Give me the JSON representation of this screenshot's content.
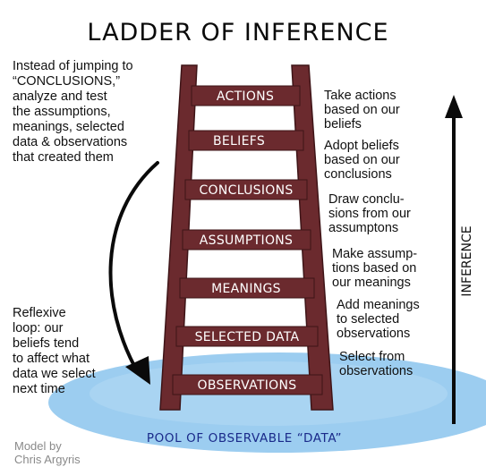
{
  "title": "LADDER OF INFERENCE",
  "left_top_text": [
    "Instead of jumping to",
    "“CONCLUSIONS,”",
    "analyze and test",
    "the assumptions,",
    "meanings, selected",
    "data & observations",
    "that created them"
  ],
  "left_bottom_text": [
    "Reflexive",
    "loop: our",
    "beliefs tend",
    "to affect what",
    "data we select",
    "next time"
  ],
  "rungs": [
    "ACTIONS",
    "BELIEFS",
    "CONCLUSIONS",
    "ASSUMPTIONS",
    "MEANINGS",
    "SELECTED DATA",
    "OBSERVATIONS"
  ],
  "right_text": [
    [
      "Take actions",
      "based on our",
      "beliefs"
    ],
    [
      "Adopt beliefs",
      "based on our",
      "conclusions"
    ],
    [
      "Draw conclu-",
      "sions from our",
      "assumptons"
    ],
    [
      "Make assump-",
      "tions based on",
      "our meanings"
    ],
    [
      "Add meanings",
      "to selected",
      "observations"
    ],
    [
      "Select from",
      "observations"
    ]
  ],
  "axis_label": "INFERENCE",
  "pool_label": "POOL OF OBSERVABLE “DATA”",
  "credit": [
    "Model by",
    "Chris Argyris"
  ],
  "colors": {
    "ladder": "#6b2a2e",
    "ladder_dark": "#3e1417",
    "pool": "#9ccdf0",
    "pool_edge": "#7db8e6",
    "pool_text": "#1a2a8a"
  }
}
